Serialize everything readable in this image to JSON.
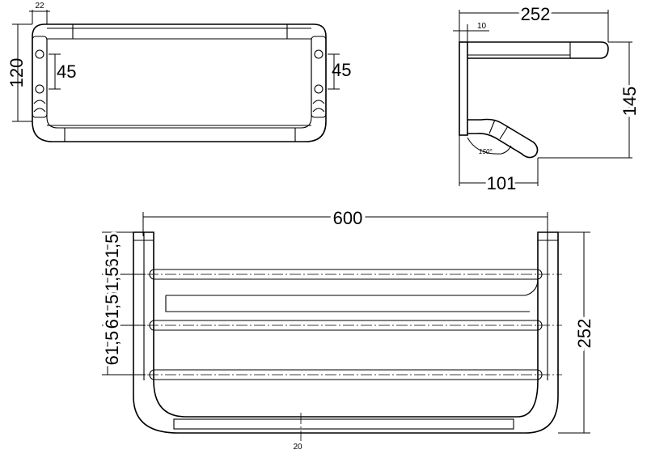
{
  "drawing": {
    "side_view": {
      "height_label": "120",
      "tube_width_label": "22",
      "left_spacing_label": "45",
      "right_spacing_label": "45"
    },
    "end_view": {
      "depth_label": "252",
      "height_label": "145",
      "base_label": "101",
      "plate_label": "10",
      "angle_label": "150°"
    },
    "top_view": {
      "length_label": "600",
      "depth_label": "252",
      "bar_pitch_labels": [
        "61,5",
        "61,5",
        "61,5",
        "61,5"
      ],
      "tube_label": "20"
    }
  }
}
